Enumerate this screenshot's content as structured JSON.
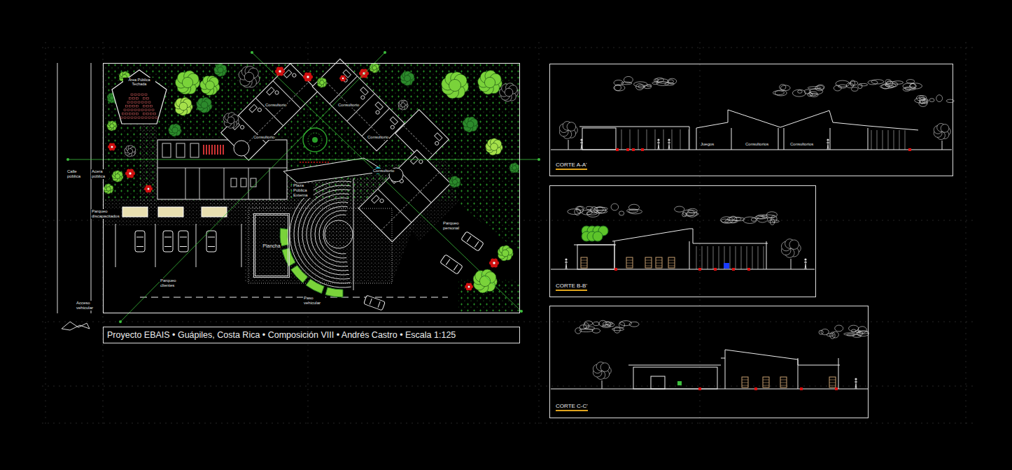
{
  "diagram": {
    "nodes": [
      {
        "text": [
          "Área Pública Techada"
        ]
      },
      {
        "text": [
          "Plancha"
        ]
      },
      {
        "text": [
          "Proyecto EBAIS • Guápiles, Costa Rica • Composición VIII • Andrés Castro • Escala 1:125"
        ]
      },
      {
        "text": [
          "CORTE A-A'"
        ]
      },
      {
        "text": [
          "CORTE B-B'"
        ]
      },
      {
        "text": [
          "CORTE C-C'"
        ]
      }
    ],
    "labels": [
      "Calle pública",
      "Acera pública",
      "Parqueo discapacitados",
      "Parqueo clientes",
      "Parqueo personal",
      "Acceso vehicular",
      "Paso vehicular",
      "Plaza Pública Externa",
      "Consultorio",
      "Consultorio",
      "Consultorio",
      "Consultorio",
      "Consultorio",
      "Juegos",
      "Consultorios",
      "Consultorios"
    ]
  }
}
